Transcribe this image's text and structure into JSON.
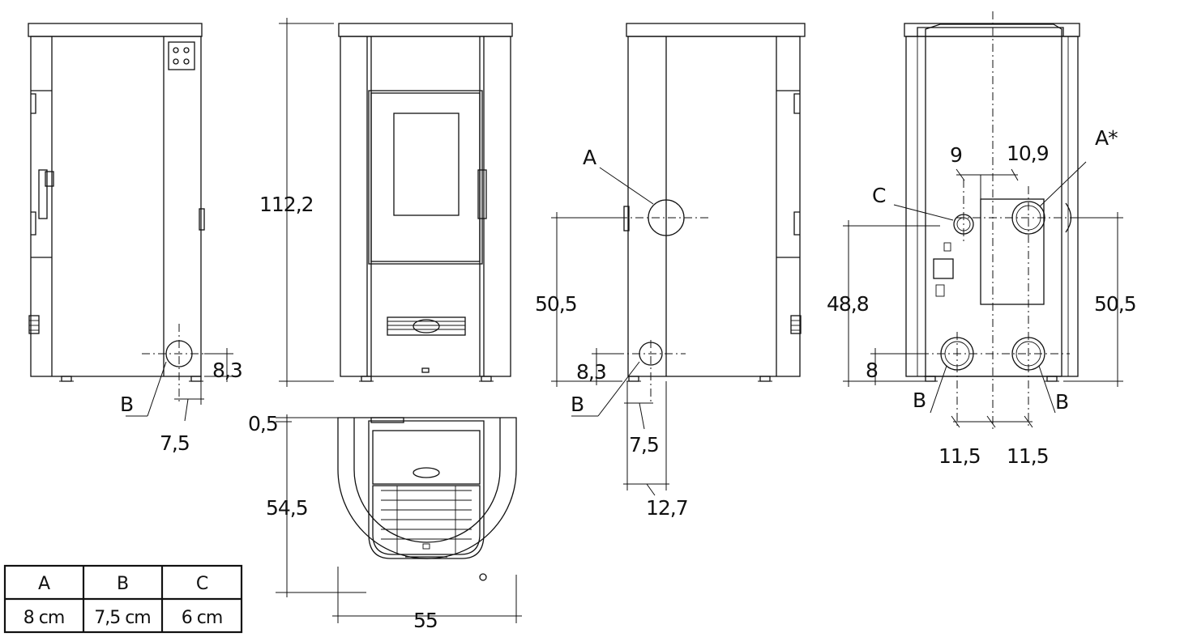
{
  "labels": {
    "height_total": "112,2",
    "left_b": "B",
    "left_dim_83": "8,3",
    "left_dim_75": "7,5",
    "side_a": "A",
    "side_dim_505": "50,5",
    "side_dim_83": "8,3",
    "side_b": "B",
    "side_dim_75": "7,5",
    "side_dim_127": "12,7",
    "back_c": "C",
    "back_dim_9": "9",
    "back_dim_109": "10,9",
    "back_a_star": "A*",
    "back_dim_488": "48,8",
    "back_dim_505": "50,5",
    "back_dim_8": "8",
    "back_b_left": "B",
    "back_b_right": "B",
    "back_dim_115_left": "11,5",
    "back_dim_115_right": "11,5",
    "top_dim_05": "0,5",
    "top_dim_545": "54,5",
    "top_dim_55": "55"
  },
  "legend": {
    "headers": [
      "A",
      "B",
      "C"
    ],
    "values": [
      "8 cm",
      "7,5 cm",
      "6 cm"
    ]
  }
}
